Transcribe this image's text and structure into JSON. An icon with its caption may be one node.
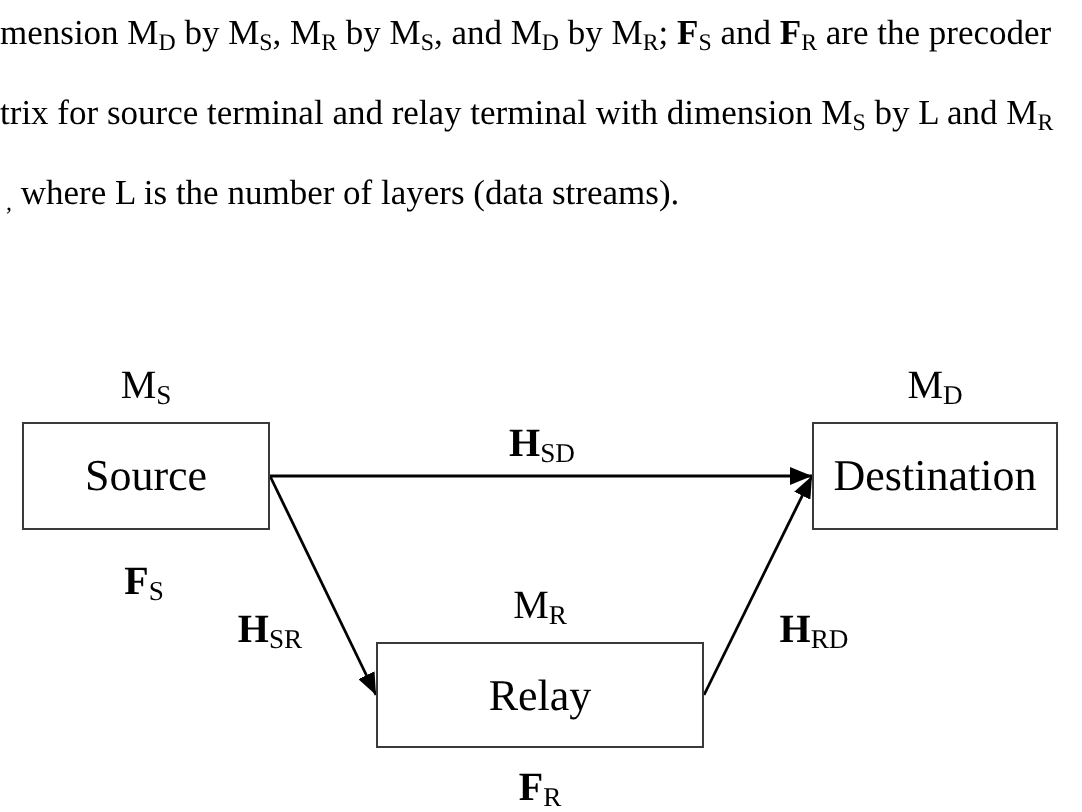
{
  "diagram": {
    "nodes": [
      {
        "text": [
          "M$_{S}$",
          "Source"
        ],
        "beside": [
          "**F**$_{S}$"
        ]
      },
      {
        "text": [
          "M$_{D}$",
          "Destination"
        ]
      },
      {
        "text": [
          "M$_{R}$",
          "Relay"
        ],
        "beside": [
          "**F**$_{R}$"
        ]
      }
    ],
    "edges": [
      {
        "from": 0,
        "to": 1,
        "arrow": "to",
        "label": "**H**$_{SD}$"
      },
      {
        "from": 0,
        "to": 2,
        "arrow": "to",
        "label": "**H**$_{SR}$"
      },
      {
        "from": 2,
        "to": 1,
        "arrow": "to",
        "label": "**H**$_{RD}$"
      }
    ],
    "labels": [
      "mension M$_{D}$ by M$_{S}$, M$_{R}$ by M$_{S}$, and M$_{D}$ by M$_{R}$; **F**$_{S}$ and **F**$_{R}$ are the precoder",
      "trix for source terminal and relay terminal with dimension M$_{S}$ by L and M$_{R}$",
      "$_{,}$ where L is the number of layers (data streams)."
    ]
  }
}
